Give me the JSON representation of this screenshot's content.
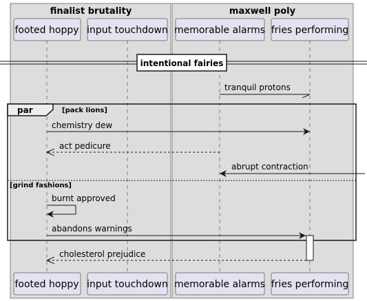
{
  "boxes": [
    {
      "title": "finalist brutality"
    },
    {
      "title": "maxwell poly"
    }
  ],
  "participants": [
    {
      "label": "footed hoppy"
    },
    {
      "label": "input touchdown"
    },
    {
      "label": "memorable alarms"
    },
    {
      "label": "fries performing"
    }
  ],
  "divider": {
    "label": "intentional fairies"
  },
  "fragment": {
    "operator": "par",
    "guard1": "[pack lions]",
    "guard2": "[grind fashions]"
  },
  "messages": [
    {
      "label": "tranquil protons"
    },
    {
      "label": "chemistry dew"
    },
    {
      "label": "act pedicure"
    },
    {
      "label": "abrupt contraction"
    },
    {
      "label": "burnt approved"
    },
    {
      "label": "abandons warnings"
    },
    {
      "label": "cholesterol prejudice"
    }
  ],
  "colors": {
    "box_fill": "#dddddd",
    "participant_fill": "#e2e2f0",
    "participant_border": "#181818",
    "line": "#181818"
  }
}
